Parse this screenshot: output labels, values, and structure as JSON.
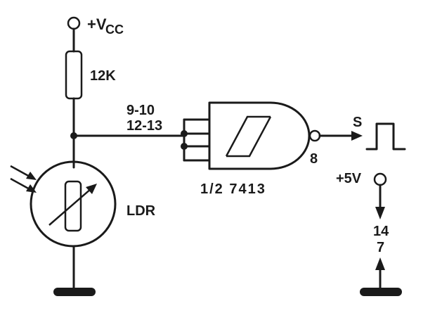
{
  "vcc_label_main": "+V",
  "vcc_label_sub": "CC",
  "resistor_label": "12K",
  "pins_input_top": "9-10",
  "pins_input_bottom": "12-13",
  "output_label": "S",
  "output_pin": "8",
  "gate_label": "1/2 7413",
  "ldr_label": "LDR",
  "supply_label": "+5V",
  "pin_vcc": "14",
  "pin_gnd": "7"
}
